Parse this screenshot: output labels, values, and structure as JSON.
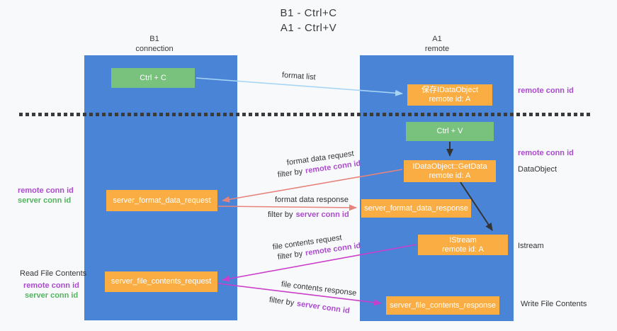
{
  "title": {
    "line1": "B1 - Ctrl+C",
    "line2": "A1 - Ctrl+V"
  },
  "columns": {
    "left": {
      "name": "B1",
      "role": "connection"
    },
    "right": {
      "name": "A1",
      "role": "remote"
    }
  },
  "boxes": {
    "ctrl_c": "Ctrl + C",
    "ctrl_v": "Ctrl + V",
    "save_idataobject": {
      "line1": "保存IDataObject",
      "line2": "remote id: A"
    },
    "getdata": {
      "line1": "IDataObject::GetData",
      "line2": "remote id: A"
    },
    "istream": {
      "line1": "IStream",
      "line2": "remote id: A"
    },
    "server_format_data_request": "server_format_data_request",
    "server_format_data_response": "server_format_data_response",
    "server_file_contents_request": "server_file_contents_request",
    "server_file_contents_response": "server_file_contents_response"
  },
  "arrow_labels": {
    "format_list": "format list",
    "format_data_request": "format data request",
    "format_data_response": "format data response",
    "file_contents_request": "file contents request",
    "file_contents_response": "file contents response",
    "filter_by": "filter by",
    "remote_conn_id": "remote conn id",
    "server_conn_id": "server conn id"
  },
  "side_labels": {
    "remote_conn_id": "remote conn id",
    "server_conn_id": "server conn id",
    "dataobject": "DataObject",
    "istream": "Istream",
    "read_file_contents": "Read File Contents",
    "write_file_contents": "Write File Contents"
  },
  "colors": {
    "column_blue": "#4a84d7",
    "box_green": "#79c27e",
    "box_orange": "#f9ad43",
    "arrow_blue": "#a9d5f5",
    "arrow_salmon": "#e8837b",
    "arrow_magenta": "#cb3ecb",
    "arrow_black": "#333333",
    "label_purple": "#ab4ccc",
    "label_green": "#55b25f"
  }
}
